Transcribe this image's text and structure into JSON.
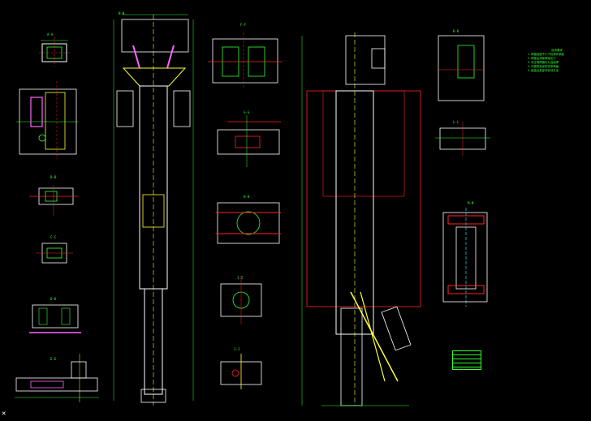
{
  "colors": {
    "background": "#000000",
    "outline": "#ffffff",
    "dimension": "#33ff33",
    "detail": "#ff2222",
    "center": "#ffff33",
    "hidden": "#ff66ff",
    "aux": "#33ffff"
  },
  "section_labels": {
    "top_left": "A-A",
    "b_b": "B-B",
    "c_c": "C-C",
    "d_d": "D-D",
    "e_e": "E-E",
    "f_f": "F-F",
    "g_g": "G-G",
    "h_h": "H-H",
    "i_i": "I-I",
    "j_j": "J-J",
    "k_k": "K-K",
    "l_l": "L-L",
    "m_m": "M-M",
    "n_n": "N-N"
  },
  "notes": {
    "title": "技术要求",
    "lines": [
      "1.焊缝高度不小于较薄件厚度",
      "2.焊接后消除焊接应力",
      "3.未注明焊缝均为连续焊",
      "4.外露表面涂防锈漆两遍",
      "5.组装后各部件转动灵活"
    ]
  },
  "parts_table": {
    "rows": [
      "",
      "",
      "",
      "",
      ""
    ]
  },
  "ucs_icon": "ucs-axis-icon"
}
